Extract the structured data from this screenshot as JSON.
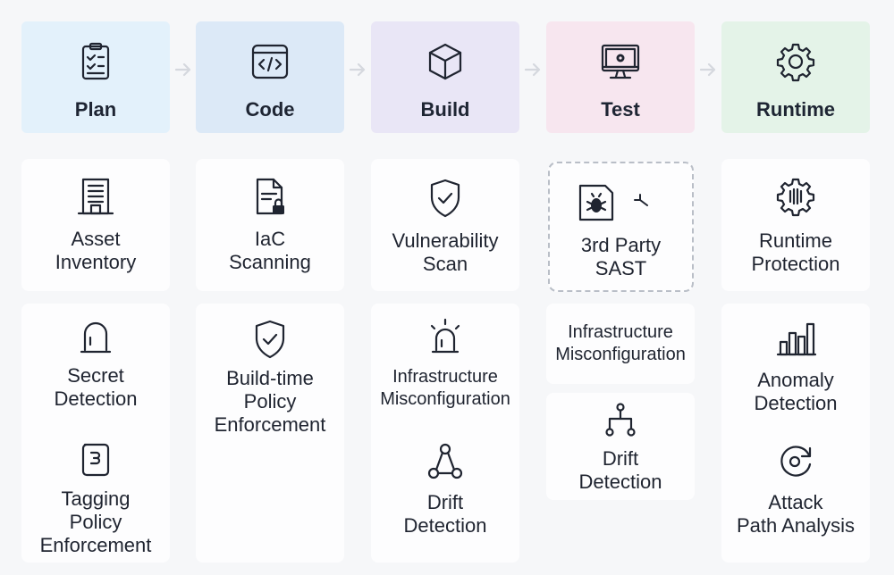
{
  "stages": [
    {
      "label": "Plan",
      "color": "#e3f1fb"
    },
    {
      "label": "Code",
      "color": "#dce9f7"
    },
    {
      "label": "Build",
      "color": "#e9e6f6"
    },
    {
      "label": "Test",
      "color": "#f7e6ef"
    },
    {
      "label": "Runtime",
      "color": "#e4f3e8"
    }
  ],
  "plan": {
    "asset_inventory": [
      "Asset",
      "Inventory"
    ],
    "secret_detection": [
      "Secret",
      "Detection"
    ],
    "tagging_policy": [
      "Tagging",
      "Policy",
      "Enforcement"
    ]
  },
  "code": {
    "iac_scanning": [
      "IaC",
      "Scanning"
    ],
    "build_time_policy": [
      "Build-time",
      "Policy",
      "Enforcement"
    ]
  },
  "build": {
    "vulnerability_scan": [
      "Vulnerability",
      "Scan"
    ],
    "infra_misconfig": [
      "Infrastructure",
      "Misconfiguration"
    ],
    "drift_detection": [
      "Drift",
      "Detection"
    ]
  },
  "test": {
    "third_party_sast": [
      "3rd Party",
      "SAST"
    ],
    "infra_misconfig": [
      "Infrastructure",
      "Misconfiguration"
    ],
    "drift_detection": [
      "Drift",
      "Detection"
    ]
  },
  "runtime": {
    "runtime_protection": [
      "Runtime",
      "Protection"
    ],
    "anomaly_detection": [
      "Anomaly",
      "Detection"
    ],
    "attack_path": [
      "Attack",
      "Path Analysis"
    ]
  },
  "icons": {
    "plan": "clipboard-checklist-icon",
    "code": "code-window-icon",
    "build": "cube-icon",
    "test": "monitor-gear-icon",
    "runtime": "gear-icon"
  },
  "colors": {
    "arrow": "#d5d8de",
    "dashed_border": "#b9bec7"
  }
}
